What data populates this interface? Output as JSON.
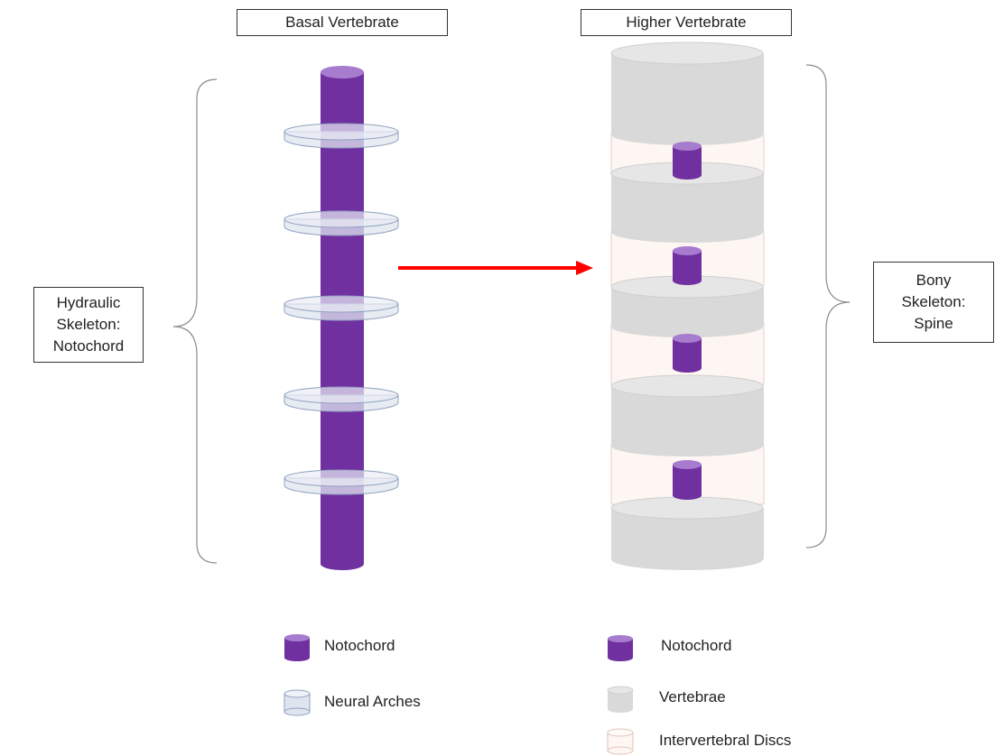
{
  "titles": {
    "left": "Basal Vertebrate",
    "right": "Higher Vertebrate"
  },
  "side_labels": {
    "left": [
      "Hydraulic",
      "Skeleton:",
      "Notochord"
    ],
    "right": [
      "Bony",
      "Skeleton:",
      "Spine"
    ]
  },
  "legend": {
    "left": [
      {
        "label": "Notochord",
        "icon": "notochord-icon"
      },
      {
        "label": "Neural Arches",
        "icon": "neural-arch-icon"
      }
    ],
    "right": [
      {
        "label": "Notochord",
        "icon": "notochord-icon"
      },
      {
        "label": "Vertebrae",
        "icon": "vertebra-icon"
      },
      {
        "label": "Intervertebral Discs",
        "icon": "disc-icon"
      }
    ]
  },
  "colors": {
    "notochord": "#7030a0",
    "notochord_top": "#a77ccf",
    "neural_arch": "#dfe5ef",
    "vertebra": "#d9d9d9",
    "disc": "#fdf6f2",
    "arrow": "#ff0000",
    "bracket": "#8c8c8c"
  }
}
